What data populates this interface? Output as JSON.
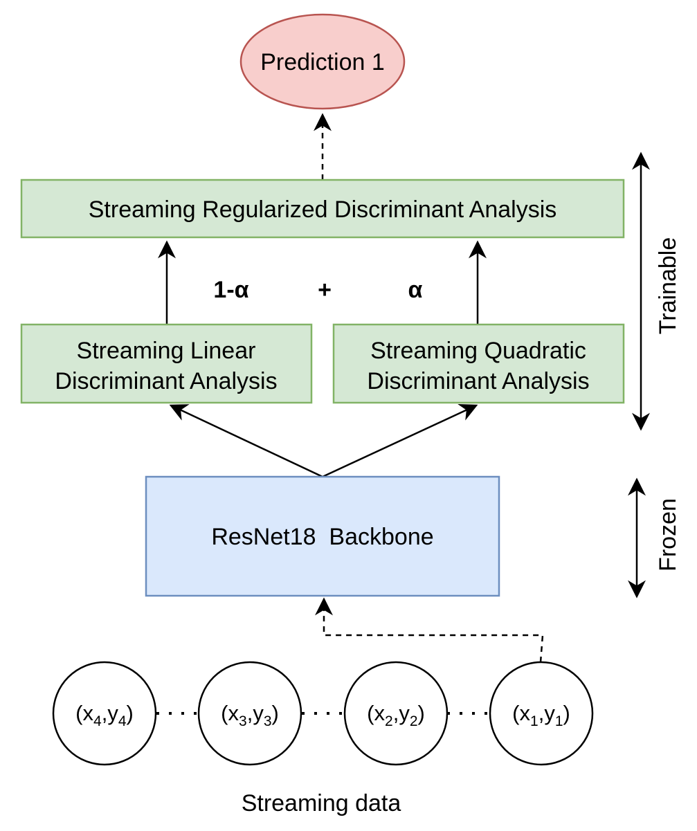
{
  "diagram": {
    "prediction": "Prediction 1",
    "srda": "Streaming Regularized Discriminant Analysis",
    "slda": {
      "line1": "Streaming Linear",
      "line2": "Discriminant Analysis"
    },
    "sqda": {
      "line1": "Streaming Quadratic",
      "line2": "Discriminant Analysis"
    },
    "weights": {
      "left": "1-α",
      "plus": "+",
      "right": "α"
    },
    "backbone": "ResNet18  Backbone",
    "side_labels": {
      "trainable": "Trainable",
      "frozen": "Frozen"
    },
    "data_points": [
      {
        "x": "x",
        "y": "y",
        "index": "4"
      },
      {
        "x": "x",
        "y": "y",
        "index": "3"
      },
      {
        "x": "x",
        "y": "y",
        "index": "2"
      },
      {
        "x": "x",
        "y": "y",
        "index": "1"
      }
    ],
    "footer": "Streaming data"
  },
  "colors": {
    "prediction_fill": "#f8cecc",
    "prediction_stroke": "#b85450",
    "green_fill": "#d5e8d4",
    "green_stroke": "#82b366",
    "blue_fill": "#dae8fc",
    "blue_stroke": "#6c8ebf"
  }
}
